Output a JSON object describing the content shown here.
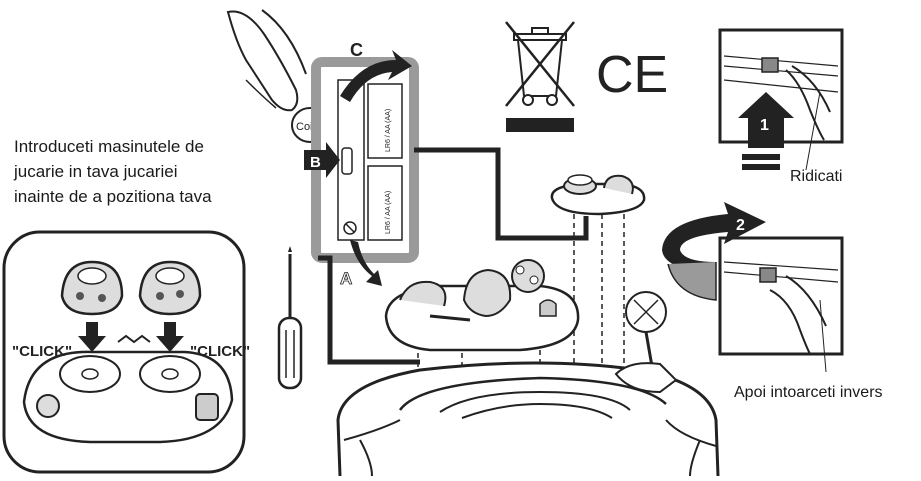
{
  "instructions": {
    "line1": "Introduceti masinutele de",
    "line2": "jucarie in tava jucariei",
    "line3": "inainte de a pozitiona tava"
  },
  "callouts": {
    "a": "A",
    "b": "B",
    "c": "C",
    "coin": "Coin",
    "step1": "1",
    "step2": "2",
    "ridicati": "Ridicati",
    "apoi": "Apoi intoarceti invers",
    "click_left": "\"CLICK\"",
    "click_right": "\"CLICK\"",
    "battery_top": "LR6 / AA (AA)",
    "battery_bottom": "LR6 / AA (AA)",
    "ce_mark": "CE"
  },
  "colors": {
    "ink": "#1a1a1a",
    "frame_gray": "#9a9a9a",
    "arrow_dark": "#222222",
    "light_gray": "#d9d9d9"
  }
}
